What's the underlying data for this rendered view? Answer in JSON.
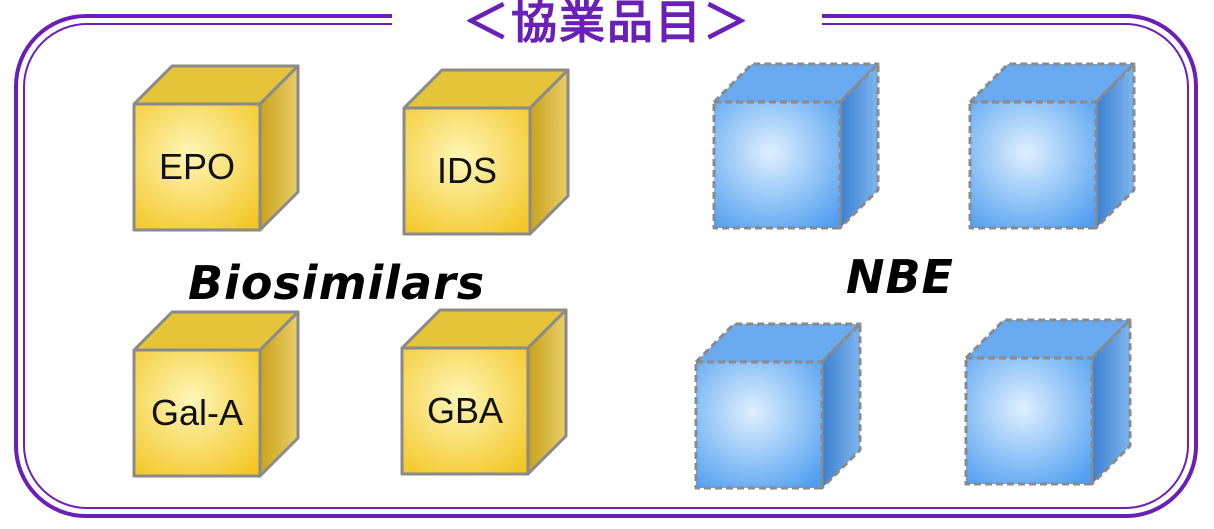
{
  "title": "＜協業品目＞",
  "groups": [
    {
      "label": "Biosimilars",
      "style": "yellow",
      "items": [
        "EPO",
        "IDS",
        "Gal-A",
        "GBA"
      ]
    },
    {
      "label": "NBE",
      "style": "blue-dashed",
      "items": [
        "",
        "",
        "",
        ""
      ]
    }
  ],
  "colors": {
    "frame": "#6a1fb8",
    "cube_yellow": "#f2c623",
    "cube_blue": "#4f9ef0",
    "cube_border": "#8a8a8a"
  }
}
